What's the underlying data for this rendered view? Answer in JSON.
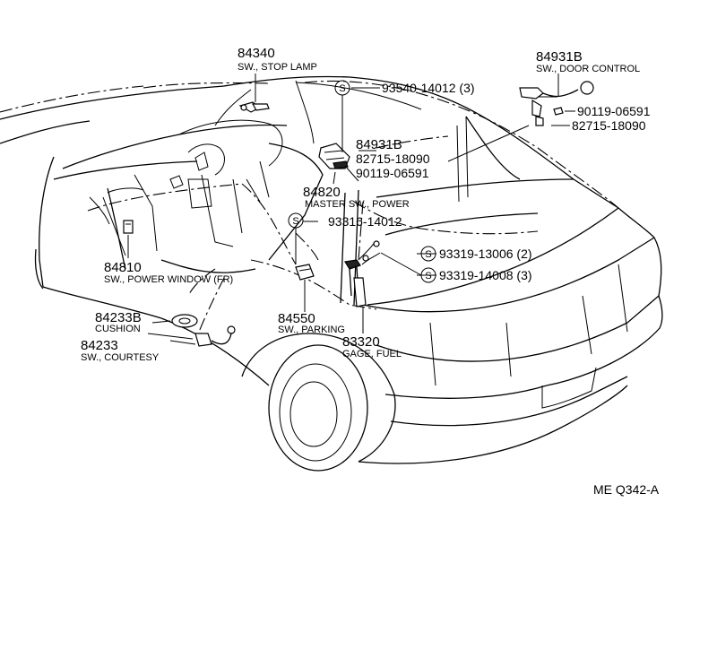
{
  "diagram_ref": "ME Q342-A",
  "screw_symbol": "S",
  "parts": [
    {
      "number": "84340",
      "desc": "SW., STOP LAMP"
    },
    {
      "number": "93540-14012 (3)"
    },
    {
      "number": "84931B",
      "desc": "SW., DOOR CONTROL"
    },
    {
      "number": "90119-06591"
    },
    {
      "number": "82715-18090"
    },
    {
      "number": "84931B"
    },
    {
      "number": "82715-18090"
    },
    {
      "number": "90119-06591"
    },
    {
      "number": "84820",
      "desc": "MASTER SW., POWER"
    },
    {
      "number": "93316-14012"
    },
    {
      "number": "93319-13006 (2)"
    },
    {
      "number": "93319-14008 (3)"
    },
    {
      "number": "84810",
      "desc": "SW., POWER WINDOW (FR)"
    },
    {
      "number": "84233B",
      "desc": "CUSHION"
    },
    {
      "number": "84233",
      "desc": "SW., COURTESY"
    },
    {
      "number": "84550",
      "desc": "SW., PARKING"
    },
    {
      "number": "83320",
      "desc": "GAGE, FUEL"
    }
  ]
}
